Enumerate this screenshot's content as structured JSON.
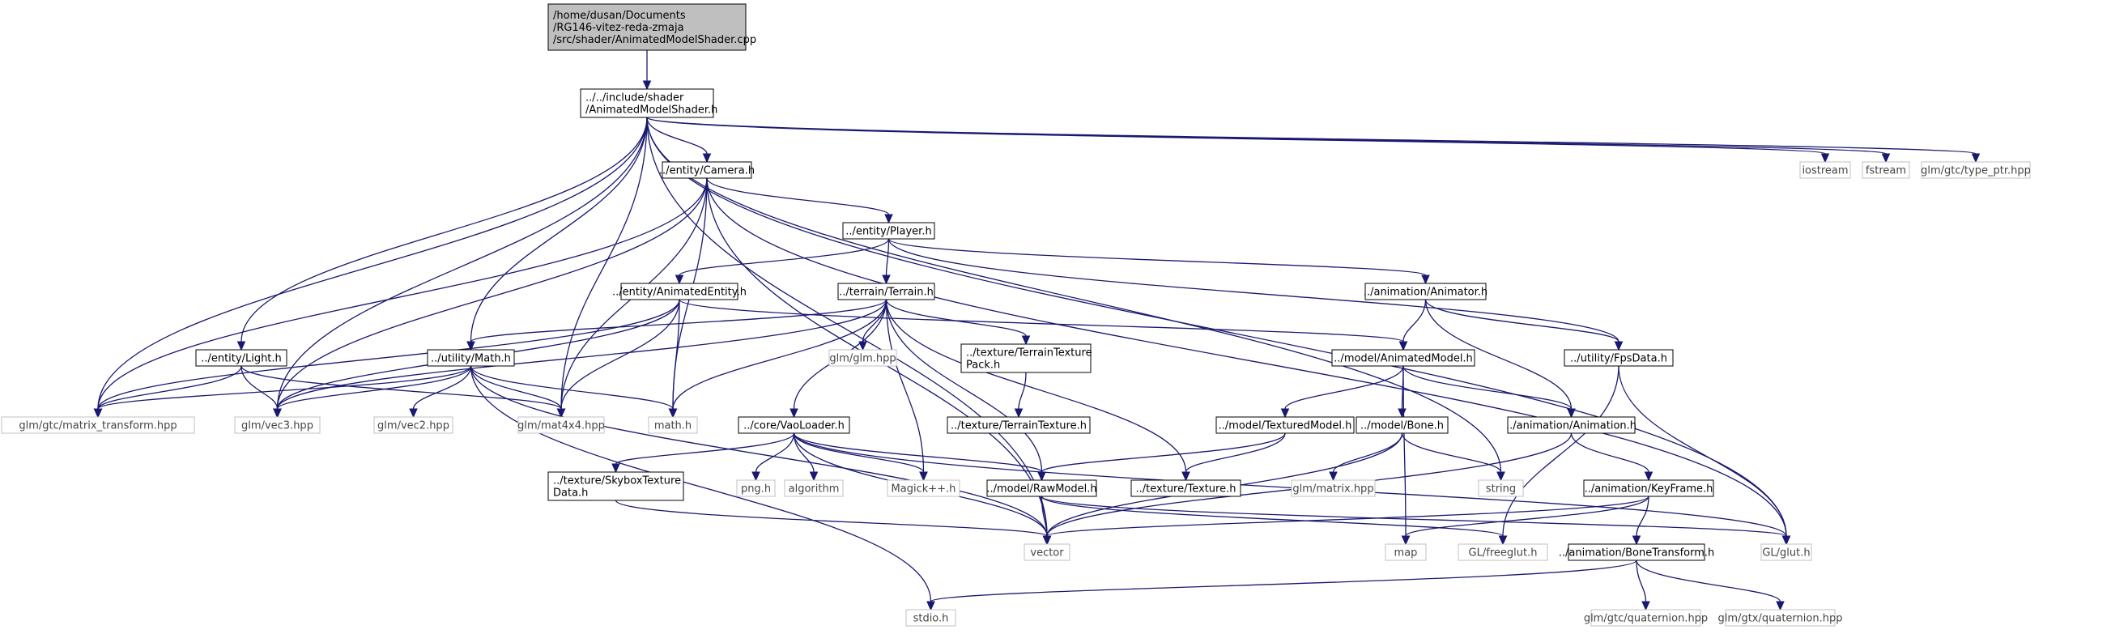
{
  "colors": {
    "edge": "#191970",
    "root_fill": "#bfbfbf",
    "header_border": "#000000",
    "system_border": "#c0c0c0"
  },
  "nodes": [
    {
      "id": "root",
      "kind": "root",
      "lines": [
        "/home/dusan/Documents",
        "/RG146-vitez-reda-zmaja",
        "/src/shader/AnimatedModelShader.cpp"
      ]
    },
    {
      "id": "ams",
      "kind": "hdr",
      "lines": [
        "../../include/shader",
        "/AnimatedModelShader.h"
      ]
    },
    {
      "id": "camera",
      "kind": "hdr",
      "lines": [
        "../entity/Camera.h"
      ]
    },
    {
      "id": "iostream",
      "kind": "sys",
      "lines": [
        "iostream"
      ]
    },
    {
      "id": "fstream",
      "kind": "sys",
      "lines": [
        "fstream"
      ]
    },
    {
      "id": "typeptr",
      "kind": "sys",
      "lines": [
        "glm/gtc/type_ptr.hpp"
      ]
    },
    {
      "id": "player",
      "kind": "hdr",
      "lines": [
        "../entity/Player.h"
      ]
    },
    {
      "id": "animent",
      "kind": "hdr",
      "lines": [
        "../entity/AnimatedEntity.h"
      ]
    },
    {
      "id": "terrain",
      "kind": "hdr",
      "lines": [
        "../terrain/Terrain.h"
      ]
    },
    {
      "id": "animator",
      "kind": "hdr",
      "lines": [
        "../animation/Animator.h"
      ]
    },
    {
      "id": "light",
      "kind": "hdr",
      "lines": [
        "../entity/Light.h"
      ]
    },
    {
      "id": "math",
      "kind": "hdr",
      "lines": [
        "../utility/Math.h"
      ]
    },
    {
      "id": "glmglm",
      "kind": "sys",
      "lines": [
        "glm/glm.hpp"
      ]
    },
    {
      "id": "ttpack",
      "kind": "hdr",
      "lines": [
        "../texture/TerrainTexture",
        "Pack.h"
      ]
    },
    {
      "id": "animmodel",
      "kind": "hdr",
      "lines": [
        "../model/AnimatedModel.h"
      ]
    },
    {
      "id": "fps",
      "kind": "hdr",
      "lines": [
        "../utility/FpsData.h"
      ]
    },
    {
      "id": "mattrans",
      "kind": "sys",
      "lines": [
        "glm/gtc/matrix_transform.hpp"
      ]
    },
    {
      "id": "vec3",
      "kind": "sys",
      "lines": [
        "glm/vec3.hpp"
      ]
    },
    {
      "id": "vec2",
      "kind": "sys",
      "lines": [
        "glm/vec2.hpp"
      ]
    },
    {
      "id": "mat4",
      "kind": "sys",
      "lines": [
        "glm/mat4x4.hpp"
      ]
    },
    {
      "id": "mathh",
      "kind": "sys",
      "lines": [
        "math.h"
      ]
    },
    {
      "id": "vao",
      "kind": "hdr",
      "lines": [
        "../core/VaoLoader.h"
      ]
    },
    {
      "id": "tterrtex",
      "kind": "hdr",
      "lines": [
        "../texture/TerrainTexture.h"
      ]
    },
    {
      "id": "texmodel",
      "kind": "hdr",
      "lines": [
        "../model/TexturedModel.h"
      ]
    },
    {
      "id": "bone",
      "kind": "hdr",
      "lines": [
        "../model/Bone.h"
      ]
    },
    {
      "id": "animation",
      "kind": "hdr",
      "lines": [
        "../animation/Animation.h"
      ]
    },
    {
      "id": "skybox",
      "kind": "hdr",
      "lines": [
        "../texture/SkyboxTexture",
        "Data.h"
      ]
    },
    {
      "id": "png",
      "kind": "sys",
      "lines": [
        "png.h"
      ]
    },
    {
      "id": "algorithm",
      "kind": "sys",
      "lines": [
        "algorithm"
      ]
    },
    {
      "id": "magick",
      "kind": "sys",
      "lines": [
        "Magick++.h"
      ]
    },
    {
      "id": "rawmodel",
      "kind": "hdr",
      "lines": [
        "../model/RawModel.h"
      ]
    },
    {
      "id": "texture",
      "kind": "hdr",
      "lines": [
        "../texture/Texture.h"
      ]
    },
    {
      "id": "glmmatrix",
      "kind": "sys",
      "lines": [
        "glm/matrix.hpp"
      ]
    },
    {
      "id": "string",
      "kind": "sys",
      "lines": [
        "string"
      ]
    },
    {
      "id": "keyframe",
      "kind": "hdr",
      "lines": [
        "../animation/KeyFrame.h"
      ]
    },
    {
      "id": "vector",
      "kind": "sys",
      "lines": [
        "vector"
      ]
    },
    {
      "id": "map",
      "kind": "sys",
      "lines": [
        "map"
      ]
    },
    {
      "id": "freeglut",
      "kind": "sys",
      "lines": [
        "GL/freeglut.h"
      ]
    },
    {
      "id": "bonetrans",
      "kind": "hdr",
      "lines": [
        "../animation/BoneTransform.h"
      ]
    },
    {
      "id": "glut",
      "kind": "sys",
      "lines": [
        "GL/glut.h"
      ]
    },
    {
      "id": "stdio",
      "kind": "sys",
      "lines": [
        "stdio.h"
      ]
    },
    {
      "id": "gtcquat",
      "kind": "sys",
      "lines": [
        "glm/gtc/quaternion.hpp"
      ]
    },
    {
      "id": "gtxquat",
      "kind": "sys",
      "lines": [
        "glm/gtx/quaternion.hpp"
      ]
    }
  ],
  "edges": [
    [
      "root",
      "ams"
    ],
    [
      "ams",
      "camera"
    ],
    [
      "ams",
      "iostream"
    ],
    [
      "ams",
      "fstream"
    ],
    [
      "ams",
      "typeptr"
    ],
    [
      "ams",
      "light"
    ],
    [
      "ams",
      "math"
    ],
    [
      "ams",
      "mattrans"
    ],
    [
      "ams",
      "vec3"
    ],
    [
      "ams",
      "mat4"
    ],
    [
      "ams",
      "vector"
    ],
    [
      "ams",
      "string"
    ],
    [
      "ams",
      "glut"
    ],
    [
      "camera",
      "player"
    ],
    [
      "camera",
      "mattrans"
    ],
    [
      "camera",
      "vec3"
    ],
    [
      "camera",
      "mat4"
    ],
    [
      "camera",
      "mathh"
    ],
    [
      "camera",
      "vector"
    ],
    [
      "camera",
      "glut"
    ],
    [
      "player",
      "animent"
    ],
    [
      "player",
      "terrain"
    ],
    [
      "player",
      "animator"
    ],
    [
      "player",
      "fps"
    ],
    [
      "animent",
      "animmodel"
    ],
    [
      "animent",
      "mattrans"
    ],
    [
      "animent",
      "vec3"
    ],
    [
      "animent",
      "mat4"
    ],
    [
      "animent",
      "mathh"
    ],
    [
      "terrain",
      "math"
    ],
    [
      "terrain",
      "vec3"
    ],
    [
      "terrain",
      "glmglm"
    ],
    [
      "terrain",
      "ttpack"
    ],
    [
      "terrain",
      "vao"
    ],
    [
      "terrain",
      "mathh"
    ],
    [
      "terrain",
      "magick"
    ],
    [
      "terrain",
      "rawmodel"
    ],
    [
      "terrain",
      "texture"
    ],
    [
      "animator",
      "animmodel"
    ],
    [
      "animator",
      "animation"
    ],
    [
      "animator",
      "fps"
    ],
    [
      "light",
      "mattrans"
    ],
    [
      "light",
      "vec3"
    ],
    [
      "light",
      "mat4"
    ],
    [
      "math",
      "mattrans"
    ],
    [
      "math",
      "vec3"
    ],
    [
      "math",
      "vec2"
    ],
    [
      "math",
      "mat4"
    ],
    [
      "math",
      "mathh"
    ],
    [
      "math",
      "vector"
    ],
    [
      "math",
      "stdio"
    ],
    [
      "ttpack",
      "tterrtex"
    ],
    [
      "animmodel",
      "texmodel"
    ],
    [
      "animmodel",
      "bone"
    ],
    [
      "animmodel",
      "animation"
    ],
    [
      "animmodel",
      "map"
    ],
    [
      "fps",
      "glut"
    ],
    [
      "fps",
      "freeglut"
    ],
    [
      "vao",
      "skybox"
    ],
    [
      "vao",
      "png"
    ],
    [
      "vao",
      "algorithm"
    ],
    [
      "vao",
      "magick"
    ],
    [
      "vao",
      "rawmodel"
    ],
    [
      "vao",
      "vector"
    ],
    [
      "vao",
      "glut"
    ],
    [
      "texmodel",
      "rawmodel"
    ],
    [
      "texmodel",
      "texture"
    ],
    [
      "bone",
      "glmmatrix"
    ],
    [
      "bone",
      "string"
    ],
    [
      "bone",
      "vector"
    ],
    [
      "animation",
      "keyframe"
    ],
    [
      "animation",
      "vector"
    ],
    [
      "skybox",
      "vector"
    ],
    [
      "rawmodel",
      "vector"
    ],
    [
      "rawmodel",
      "freeglut"
    ],
    [
      "rawmodel",
      "glut"
    ],
    [
      "keyframe",
      "map"
    ],
    [
      "keyframe",
      "bonetrans"
    ],
    [
      "keyframe",
      "vector"
    ],
    [
      "bonetrans",
      "gtcquat"
    ],
    [
      "bonetrans",
      "gtxquat"
    ],
    [
      "bonetrans",
      "stdio"
    ]
  ]
}
